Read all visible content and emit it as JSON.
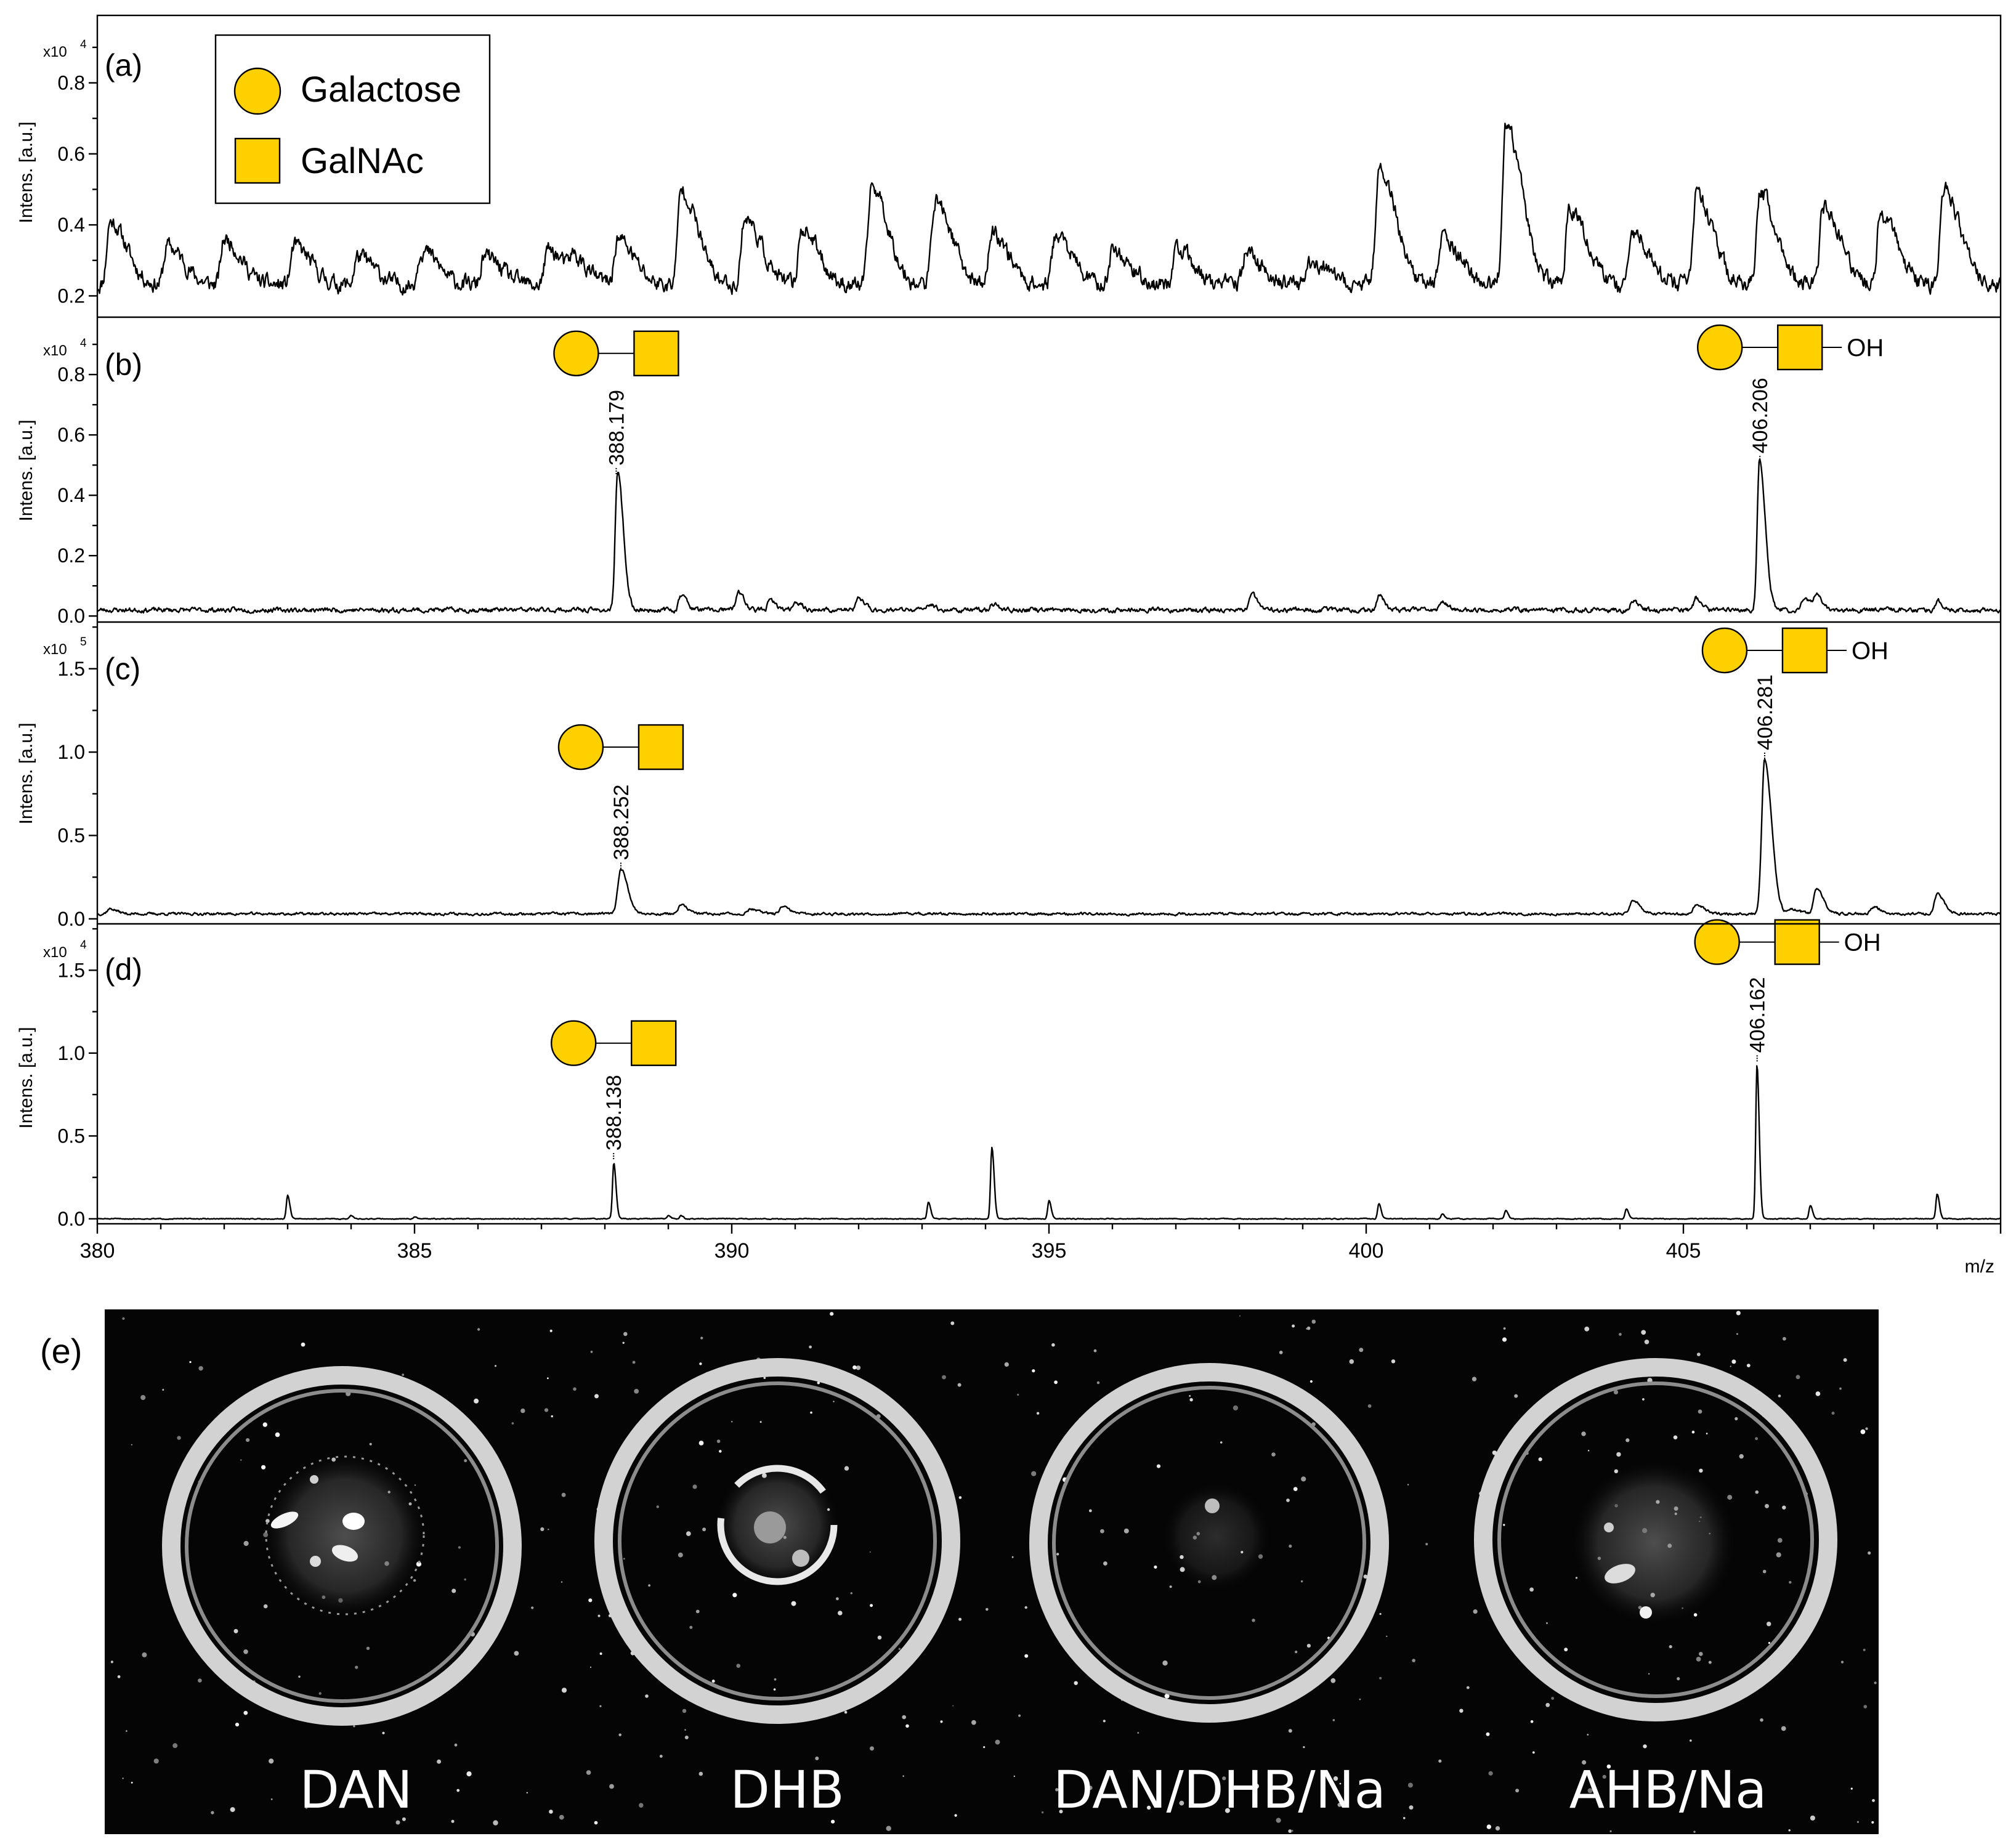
{
  "legend": {
    "items": [
      {
        "shape": "circle",
        "label": "Galactose",
        "color": "#ffd000"
      },
      {
        "shape": "square",
        "label": "GalNAc",
        "color": "#ffd000"
      }
    ]
  },
  "glycan_color": "#ffd000",
  "oh_label": "OH",
  "x_axis_unit": "m/z",
  "chart_data": [
    {
      "type": "line",
      "panel_label": "(a)",
      "ylabel": "Intens. [a.u.]",
      "scale_base": "x10",
      "scale_exp": "4",
      "xlim": [
        380,
        410
      ],
      "ylim": [
        0.14,
        0.99
      ],
      "yticks": [
        0.2,
        0.4,
        0.6,
        0.8
      ],
      "ytick_labels": [
        "0.2",
        "0.4",
        "0.6",
        "0.8"
      ],
      "baseline": 0.23,
      "noise": 0.018,
      "seed": 11,
      "peak_width_right": 0.26,
      "peak_width_left": 0.05,
      "peaks": [
        [
          380.2,
          0.18
        ],
        [
          381.1,
          0.11
        ],
        [
          382.0,
          0.13
        ],
        [
          383.1,
          0.11
        ],
        [
          384.1,
          0.08
        ],
        [
          385.1,
          0.1
        ],
        [
          386.1,
          0.08
        ],
        [
          387.1,
          0.1
        ],
        [
          387.5,
          0.06
        ],
        [
          388.2,
          0.13
        ],
        [
          389.2,
          0.27
        ],
        [
          390.2,
          0.19
        ],
        [
          391.1,
          0.16
        ],
        [
          392.2,
          0.28
        ],
        [
          393.2,
          0.24
        ],
        [
          394.1,
          0.15
        ],
        [
          395.1,
          0.14
        ],
        [
          396.0,
          0.1
        ],
        [
          397.0,
          0.1
        ],
        [
          398.1,
          0.09
        ],
        [
          399.1,
          0.07
        ],
        [
          400.2,
          0.34
        ],
        [
          401.2,
          0.14
        ],
        [
          402.2,
          0.44
        ],
        [
          403.2,
          0.22
        ],
        [
          404.2,
          0.15
        ],
        [
          405.2,
          0.25
        ],
        [
          406.2,
          0.26
        ],
        [
          407.2,
          0.22
        ],
        [
          408.1,
          0.2
        ],
        [
          409.1,
          0.27
        ]
      ],
      "annotations": []
    },
    {
      "type": "line",
      "panel_label": "(b)",
      "ylabel": "Intens. [a.u.]",
      "scale_base": "x10",
      "scale_exp": "4",
      "xlim": [
        380,
        410
      ],
      "ylim": [
        -0.02,
        0.99
      ],
      "yticks": [
        0.0,
        0.2,
        0.4,
        0.6,
        0.8
      ],
      "ytick_labels": [
        "0.0",
        "0.2",
        "0.4",
        "0.6",
        "0.8"
      ],
      "baseline": 0.02,
      "noise": 0.006,
      "seed": 23,
      "peak_width_right": 0.09,
      "peak_width_left": 0.035,
      "peaks": [
        [
          388.2,
          0.46
        ],
        [
          389.2,
          0.05
        ],
        [
          390.1,
          0.06
        ],
        [
          390.6,
          0.03
        ],
        [
          391.0,
          0.03
        ],
        [
          392.0,
          0.04
        ],
        [
          393.1,
          0.02
        ],
        [
          394.1,
          0.02
        ],
        [
          398.2,
          0.05
        ],
        [
          400.2,
          0.05
        ],
        [
          401.2,
          0.03
        ],
        [
          404.2,
          0.03
        ],
        [
          405.2,
          0.04
        ],
        [
          406.2,
          0.5
        ],
        [
          406.9,
          0.04
        ],
        [
          407.1,
          0.05
        ],
        [
          409.0,
          0.03
        ]
      ],
      "annotations": [
        {
          "label": "388.179",
          "x": 388.179,
          "y": 0.47,
          "glycan": "Gal-GalNAc",
          "glycan_y": 0.87
        },
        {
          "label": "406.206",
          "x": 406.206,
          "y": 0.51,
          "glycan": "Gal-GalNAc-OH",
          "glycan_y": 0.89
        }
      ]
    },
    {
      "type": "line",
      "panel_label": "(c)",
      "ylabel": "Intens. [a.u.]",
      "scale_base": "x10",
      "scale_exp": "5",
      "xlim": [
        380,
        410
      ],
      "ylim": [
        -0.03,
        1.78
      ],
      "yticks": [
        0.0,
        0.5,
        1.0,
        1.5
      ],
      "ytick_labels": [
        "0.0",
        "0.5",
        "1.0",
        "1.5"
      ],
      "baseline": 0.03,
      "noise": 0.006,
      "seed": 37,
      "peak_width_right": 0.11,
      "peak_width_left": 0.045,
      "peaks": [
        [
          380.2,
          0.03
        ],
        [
          388.25,
          0.27
        ],
        [
          389.2,
          0.05
        ],
        [
          390.3,
          0.03
        ],
        [
          390.8,
          0.04
        ],
        [
          404.2,
          0.08
        ],
        [
          405.2,
          0.06
        ],
        [
          406.28,
          0.93
        ],
        [
          406.7,
          0.03
        ],
        [
          407.1,
          0.15
        ],
        [
          408.0,
          0.04
        ],
        [
          409.0,
          0.12
        ]
      ],
      "annotations": [
        {
          "label": "388.252",
          "x": 388.252,
          "y": 0.3,
          "glycan": "Gal-GalNAc",
          "glycan_y": 1.03
        },
        {
          "label": "406.281",
          "x": 406.281,
          "y": 0.96,
          "glycan": "Gal-GalNAc-OH",
          "glycan_y": 1.61
        }
      ]
    },
    {
      "type": "line",
      "panel_label": "(d)",
      "ylabel": "Intens. [a.u.]",
      "scale_base": "x10",
      "scale_exp": "4",
      "xlim": [
        380,
        410
      ],
      "ylim": [
        -0.03,
        1.78
      ],
      "yticks": [
        0.0,
        0.5,
        1.0,
        1.5
      ],
      "ytick_labels": [
        "0.0",
        "0.5",
        "1.0",
        "1.5"
      ],
      "baseline": 0.0,
      "noise": 0.002,
      "seed": 51,
      "peak_width_right": 0.035,
      "peak_width_left": 0.02,
      "peaks": [
        [
          383.0,
          0.14
        ],
        [
          384.0,
          0.02
        ],
        [
          385.0,
          0.01
        ],
        [
          388.14,
          0.34
        ],
        [
          389.0,
          0.02
        ],
        [
          389.2,
          0.02
        ],
        [
          393.1,
          0.1
        ],
        [
          394.1,
          0.43
        ],
        [
          395.0,
          0.11
        ],
        [
          400.2,
          0.09
        ],
        [
          401.2,
          0.03
        ],
        [
          402.2,
          0.05
        ],
        [
          404.1,
          0.06
        ],
        [
          406.16,
          0.93
        ],
        [
          407.0,
          0.08
        ],
        [
          409.0,
          0.15
        ]
      ],
      "annotations": [
        {
          "label": "388.138",
          "x": 388.138,
          "y": 0.36,
          "glycan": "Gal-GalNAc",
          "glycan_y": 1.06
        },
        {
          "label": "406.162",
          "x": 406.162,
          "y": 0.95,
          "glycan": "Gal-GalNAc-OH",
          "glycan_y": 1.67
        }
      ]
    }
  ],
  "xticks": [
    380,
    385,
    390,
    395,
    400,
    405
  ],
  "xtick_labels": [
    "380",
    "385",
    "390",
    "395",
    "400",
    "405"
  ],
  "photo": {
    "panel_label": "(e)",
    "captions": [
      "DAN",
      "DHB",
      "DAN/DHB/Na",
      "AHB/Na"
    ]
  }
}
